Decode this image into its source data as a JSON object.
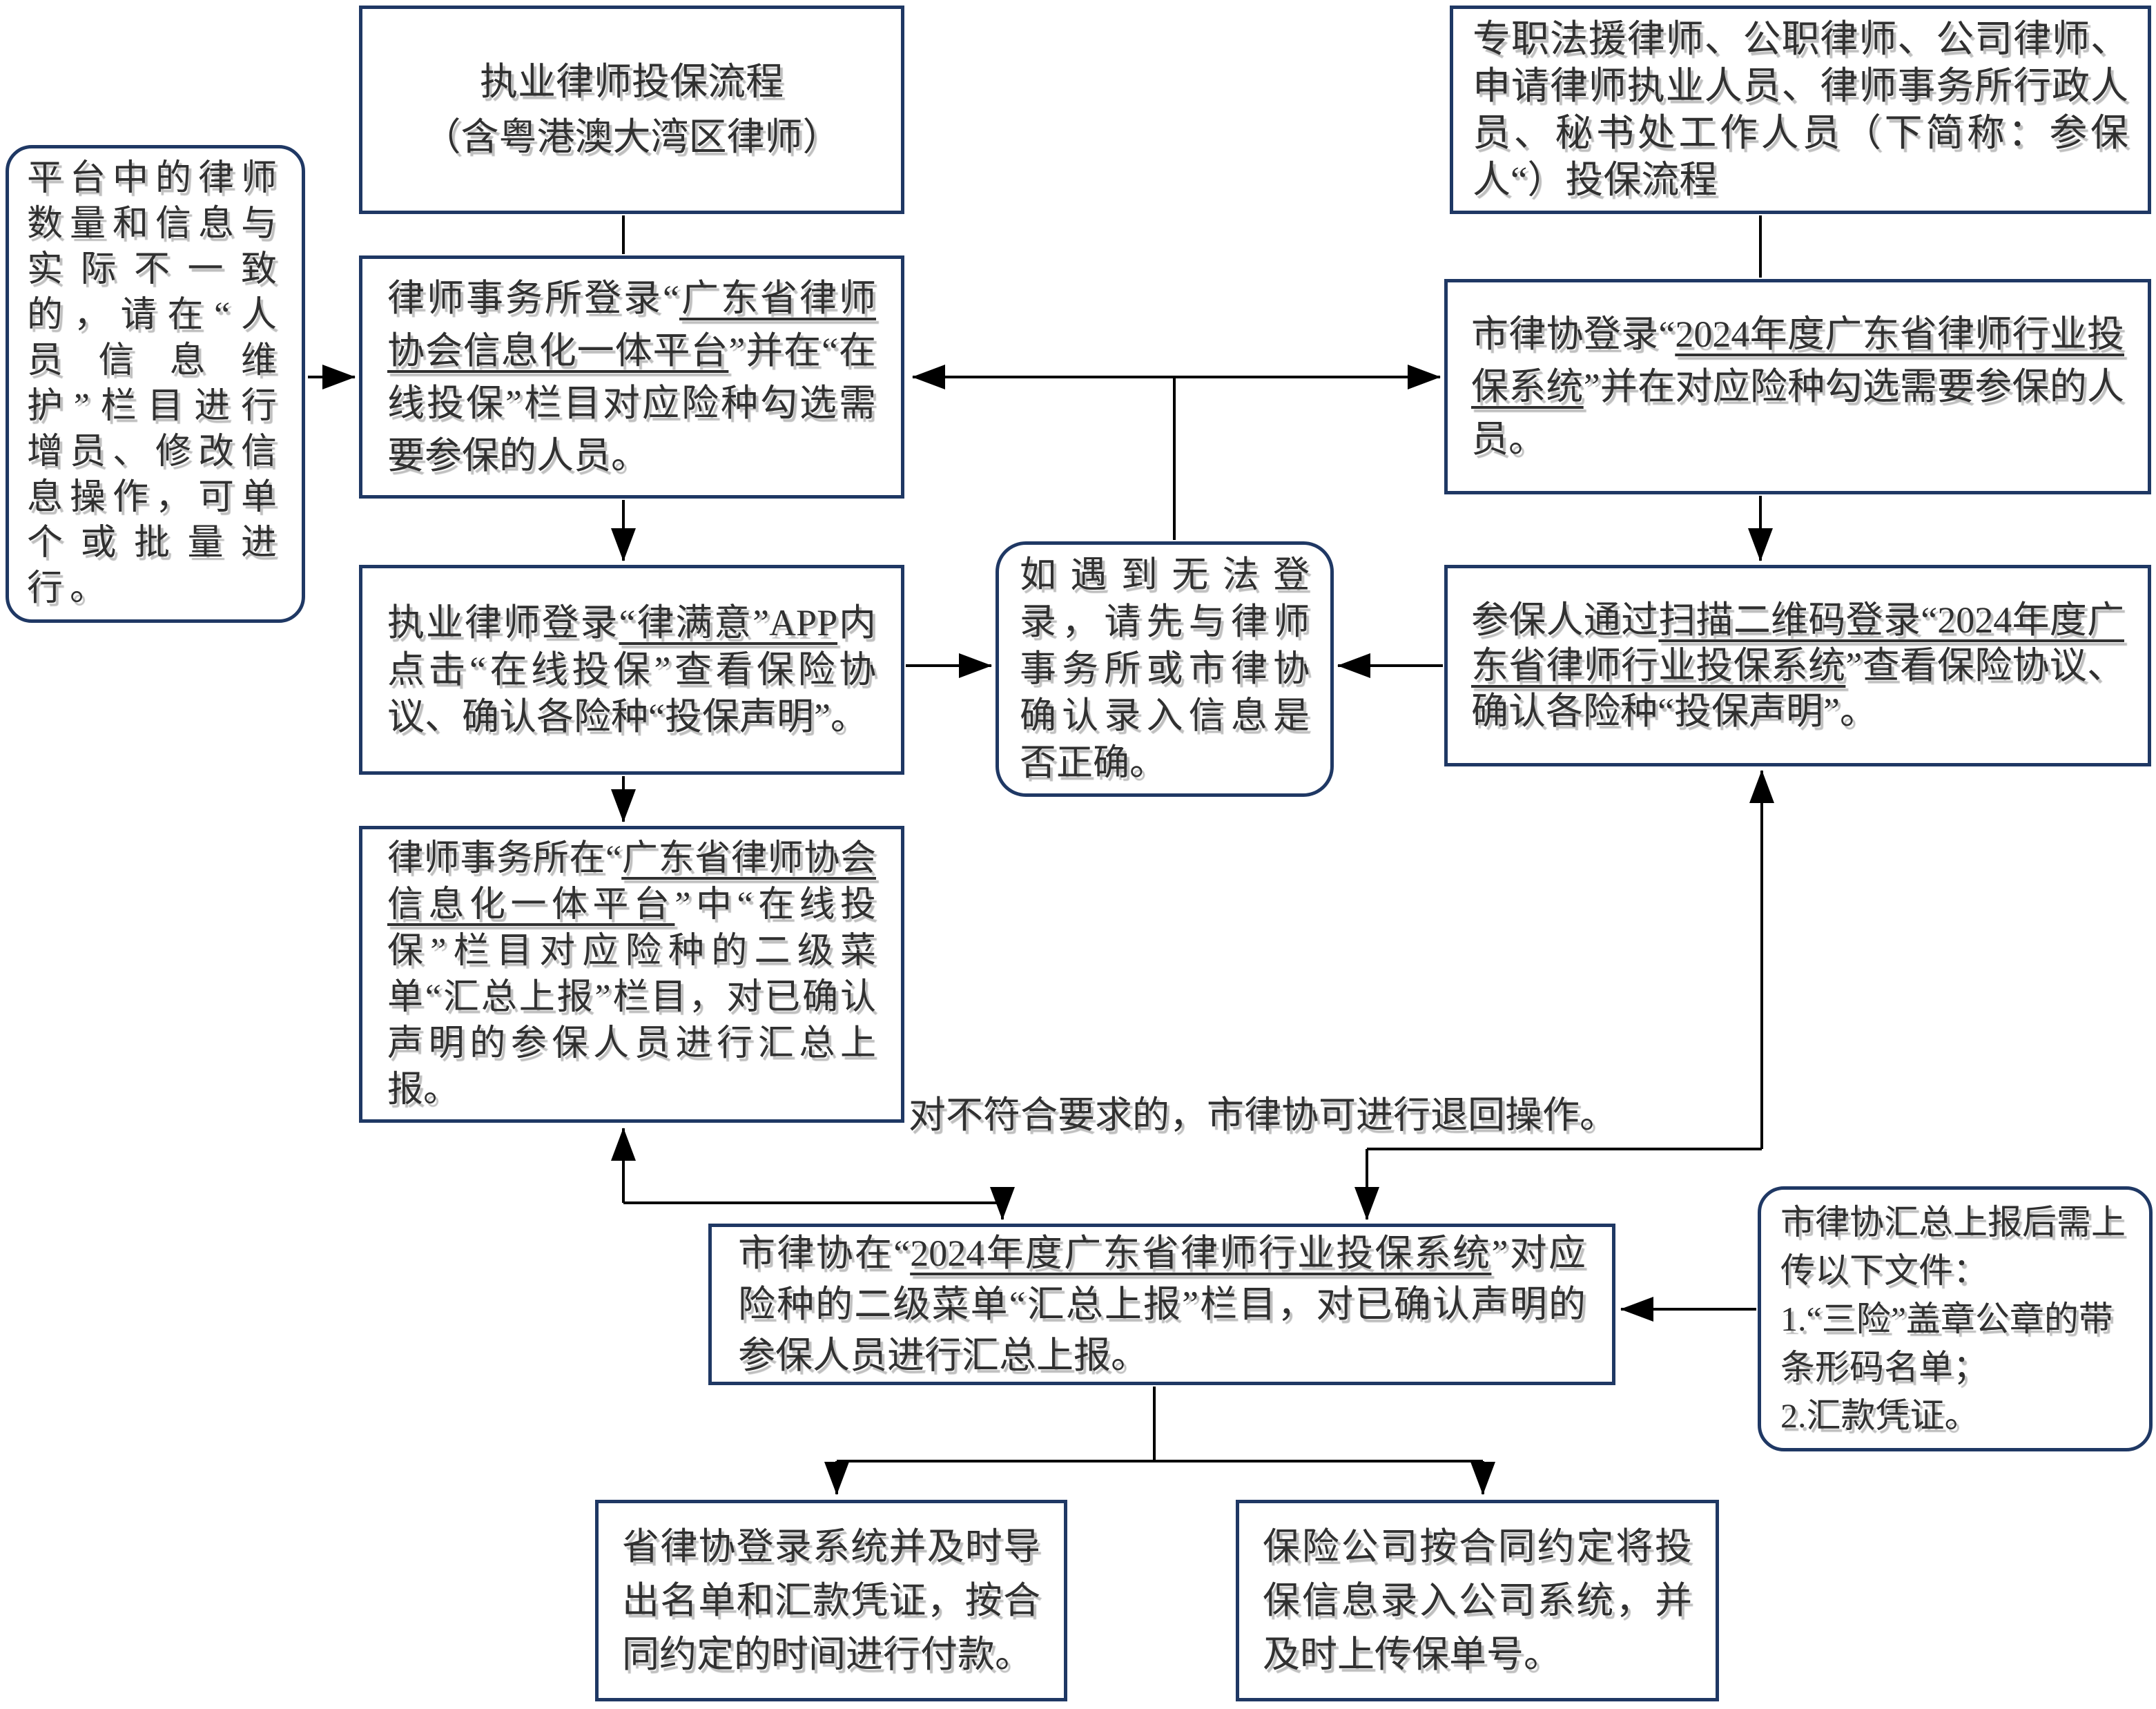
{
  "canvas": {
    "background": "#ffffff"
  },
  "colors": {
    "box_border": "#1f3864",
    "connector_line": "#000000",
    "text": "#303030"
  },
  "nodes": {
    "maintain_note": {
      "segments": [
        {
          "t": "平台中的律师数量和信息与实际不一致的，请在“人员信息维护”栏目进行增员、修改信息操作，可单个或批量进行。",
          "u": false
        }
      ]
    },
    "title_practicing": {
      "lines": [
        "执业律师投保流程",
        "（含粤港澳大湾区律师）"
      ]
    },
    "title_insured": {
      "segments": [
        {
          "t": "专职法援律师、公职律师、公司律师、申请律师执业人员、律师事务所行政人员、秘书处工作人员（下简称：参保人“）投保流程",
          "u": false
        }
      ]
    },
    "firm_login": {
      "segments": [
        {
          "t": "律师事务所登录“",
          "u": false
        },
        {
          "t": "广东省律师协会信息化一体平台",
          "u": true
        },
        {
          "t": "”并在“在线投保”栏目对应险种勾选需要参保的人员。",
          "u": false
        }
      ]
    },
    "city_login": {
      "segments": [
        {
          "t": "市律协登录“",
          "u": false
        },
        {
          "t": "2024年度广东省律师行业投保系统",
          "u": true
        },
        {
          "t": "”并在对应险种勾选需要参保的人员。",
          "u": false
        }
      ]
    },
    "app_declare": {
      "segments": [
        {
          "t": "执业律师登录",
          "u": false
        },
        {
          "t": "“律满意”APP",
          "u": true
        },
        {
          "t": "内点击“在线投保”查看保险协议、确认各险种“投保声明”。",
          "u": false
        }
      ]
    },
    "cannot_login": {
      "segments": [
        {
          "t": "如遇到无法登录，请先与律师事务所或市律协确认录入信息是否正确。",
          "u": false
        }
      ]
    },
    "scan_declare": {
      "segments": [
        {
          "t": "参保人通过",
          "u": false
        },
        {
          "t": "扫描二维码登录“2024年度广东省律师行业投保系统",
          "u": true
        },
        {
          "t": "”查看保险协议、确认各险种“投保声明”。",
          "u": false
        }
      ]
    },
    "firm_report": {
      "segments": [
        {
          "t": "律师事务所在“",
          "u": false
        },
        {
          "t": "广东省律师协会信息化一体平台",
          "u": true
        },
        {
          "t": "”中“在线投保”栏目对应险种的二级菜单“汇总上报”栏目，对已确认声明的参保人员进行汇总上报。",
          "u": false
        }
      ]
    },
    "city_report": {
      "segments": [
        {
          "t": "市律协在“",
          "u": false
        },
        {
          "t": "2024年度广东省律师行业投保系统",
          "u": true
        },
        {
          "t": "”对应险种的二级菜单“汇总上报”栏目，对已确认声明的参保人员进行汇总上报。",
          "u": false
        }
      ]
    },
    "upload_files": {
      "lines": [
        "市律协汇总上报后需上传以下文件：",
        "1.“三险”盖章公章的带条形码名单；",
        "2.汇款凭证。"
      ]
    },
    "province_pay": {
      "segments": [
        {
          "t": "省律协登录系统并及时导出名单和汇款凭证，按合同约定的时间进行付款。",
          "u": false
        }
      ]
    },
    "insurer_record": {
      "segments": [
        {
          "t": "保险公司按合同约定将投保信息录入公司系统，并及时上传保单号。",
          "u": false
        }
      ]
    }
  },
  "labels": {
    "return_note": "对不符合要求的，市律协可进行退回操作。"
  }
}
